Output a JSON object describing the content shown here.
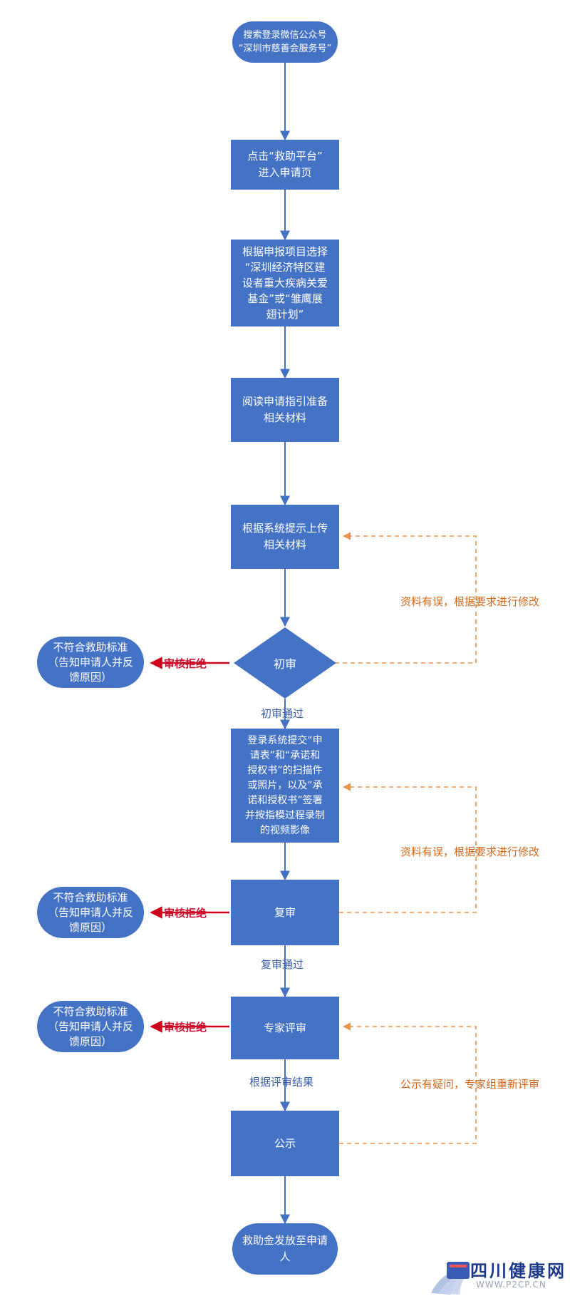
{
  "nodes": {
    "start": "搜索登录微信公众号\n“深圳市慈善会服务号”",
    "step1": "点击“救助平台”\n进入申请页",
    "step2": "根据申报项目选择\n“深圳经济特区建\n设者重大疾病关爱\n基金”或“雏鹰展\n翅计划”",
    "step3": "阅读申请指引准备\n相关材料",
    "step4": "根据系统提示上传\n相关材料",
    "review1": "初审",
    "step5": "登录系统提交“申\n请表”和“承诺和\n授权书”的扫描件\n或照片，以及“承\n诺和授权书”签署\n并按指模过程录制\n的视频影像",
    "review2": "复审",
    "review3": "专家评审",
    "publicity": "公示",
    "end": "救助金发放至申请\n人"
  },
  "rejects": {
    "r1": "不符合救助标准\n（告知申请人并反\n馈原因）",
    "r2": "不符合救助标准\n（告知申请人并反\n馈原因）",
    "r3": "不符合救助标准\n（告知申请人并反\n馈原因）"
  },
  "labels": {
    "reject1": "审核拒绝",
    "reject2": "审核拒绝",
    "reject3": "审核拒绝",
    "pass1": "初审通过",
    "pass2": "复审通过",
    "by_result": "根据评审结果",
    "loop1": "资料有误，根据要求进行修改",
    "loop2": "资料有误，根据要求进行修改",
    "loop3": "公示有疑问，专家组重新评审"
  },
  "watermark": {
    "site_name": "四川健康网",
    "url": "WWW.P2CP.CN"
  },
  "colors": {
    "box": "#4472c4",
    "arrow": "#4472c4",
    "reject_arrow": "#d0021b",
    "feedback": "#e8954a"
  }
}
